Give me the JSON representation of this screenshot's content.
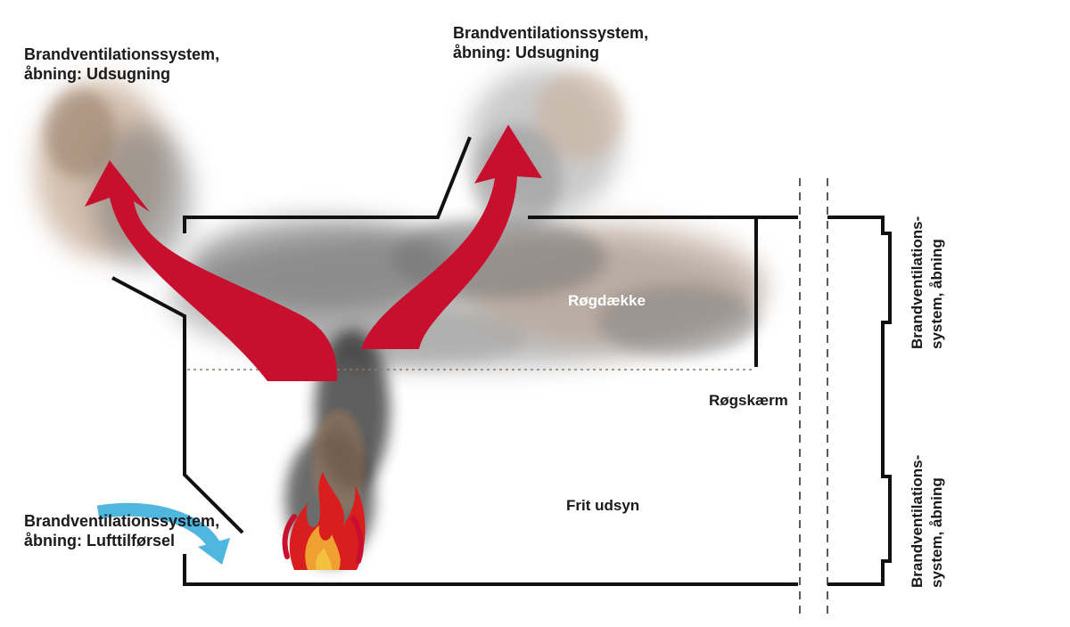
{
  "labels": {
    "top_left": [
      "Brandventilationssystem,",
      "åbning: Udsugning"
    ],
    "top_center": [
      "Brandventilationssystem,",
      "åbning: Udsugning"
    ],
    "smoke_layer": "Røgdække",
    "smoke_curtain": "Røgskærm",
    "clear_zone": "Frit udsyn",
    "inlet": [
      "Brandventilationssystem,",
      "åbning: Lufttilførsel"
    ],
    "right_upper": [
      "Brandventilations-",
      "system, åbning"
    ],
    "right_lower": [
      "Brandventilations-",
      "system, åbning"
    ]
  },
  "colors": {
    "arrow_red": "#c8102e",
    "inlet_arrow": "#4fb6e0",
    "wall": "#111111",
    "smoke_dark": "#4a4a4a",
    "smoke_warm": "#b89a82",
    "flame_red": "#d81e1e",
    "flame_yellow": "#f4c040"
  },
  "icons": {
    "exhaust_arrow": "curved-up-arrow",
    "inlet_arrow": "curved-down-arrow",
    "fire": "flame-icon"
  }
}
